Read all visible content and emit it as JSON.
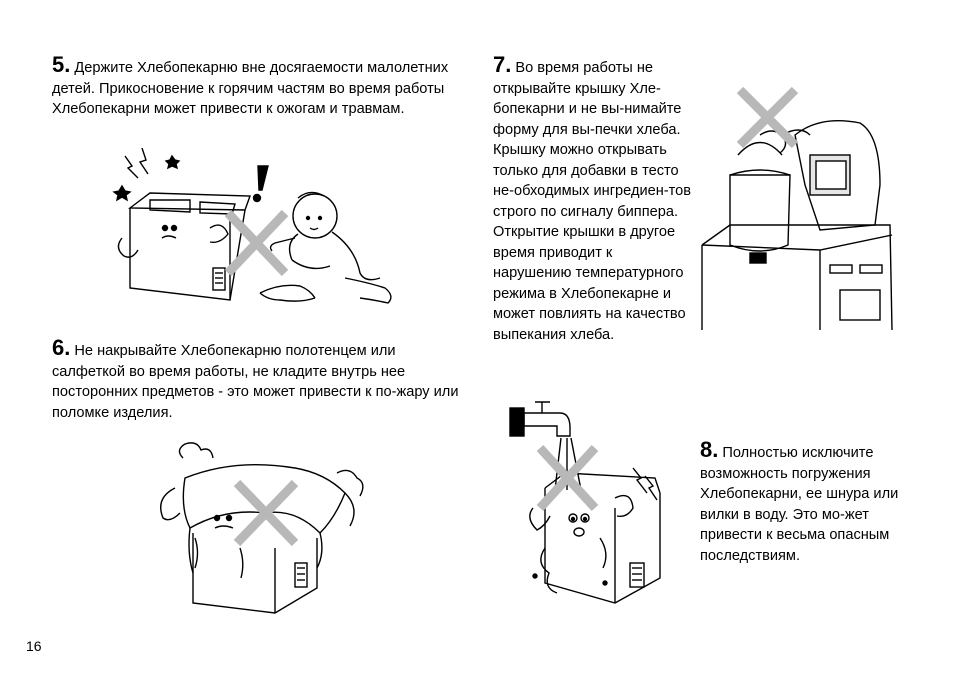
{
  "sections": [
    {
      "num": "5.",
      "text": "Держите Хлебопекарню вне досягаемости малолетних детей. Прикосновение к горячим частям во время работы Хлебопекарни может привести к ожогам и травмам."
    },
    {
      "num": "6.",
      "text": "Не накрывайте Хлебопекарню полотенцем или салфеткой во время работы, не кладите внутрь нее посторонних предметов - это может привести к по-жару или поломке изделия."
    },
    {
      "num": "7.",
      "text": "Во время работы не открывайте крышку Хле-бопекарни и не вы-нимайте форму для вы-печки хлеба. Крышку можно открывать только для добавки в тесто не-обходимых ингредиен-тов строго по сигналу биппера. Открытие крышки в другое время приводит к нарушению температурного режима в Хлебопекарне и может повлиять на качество выпекания хлеба."
    },
    {
      "num": "8.",
      "text": "Полностью исключите возможность погружения Хлебопекарни, ее шнура или вилки в воду. Это мо-жет привести к весьма опасным последствиям."
    }
  ],
  "page_number": "16",
  "icons": {
    "warning_cross_color": "#b8b8b8"
  }
}
